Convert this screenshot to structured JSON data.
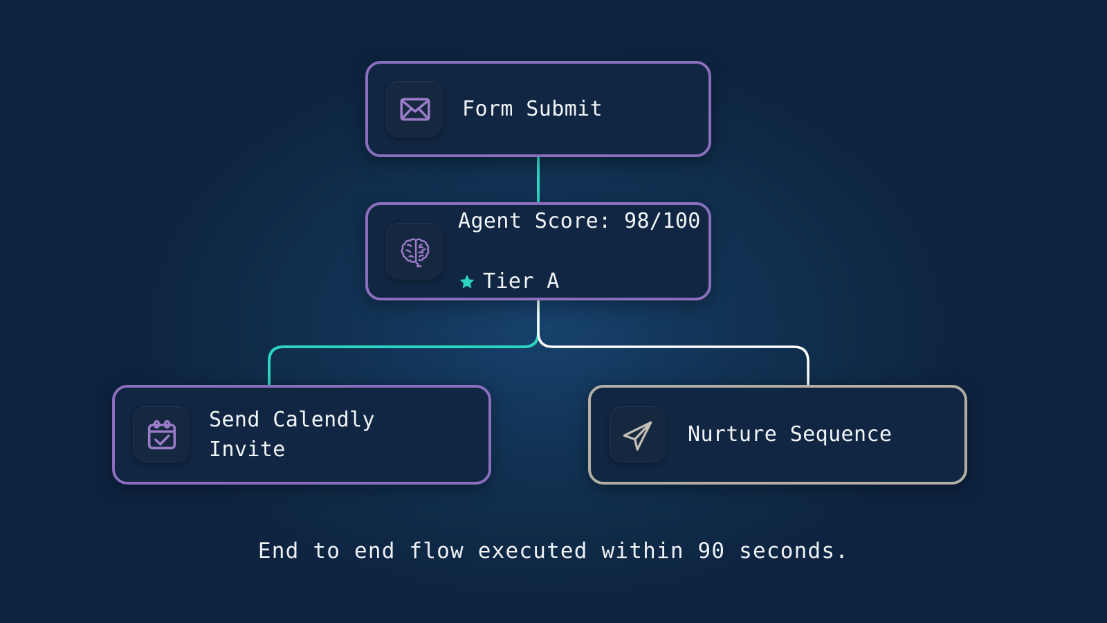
{
  "canvas": {
    "background_color": "#0d2340",
    "glow_color": "#17426c"
  },
  "colors": {
    "card_fill": "#102642",
    "purple_border": "#8b6fbd",
    "tan_border": "#b3aea4",
    "teal_accent": "#2DD4BF",
    "white_connector": "#ffffff",
    "text": "#f2f5f8"
  },
  "flow": {
    "nodes": [
      {
        "id": "form-submit",
        "icon": "envelope-icon",
        "label": "Form Submit",
        "border": "purple"
      },
      {
        "id": "agent-score",
        "icon": "brain-icon",
        "label": "Agent Score: 98/100",
        "score": "98/100",
        "tier_label": "Tier A",
        "tier_icon": "star-icon",
        "border": "purple"
      },
      {
        "id": "send-calendly-invite",
        "icon": "calendar-check-icon",
        "label": "Send Calendly\nInvite",
        "border": "purple"
      },
      {
        "id": "nurture-sequence",
        "icon": "paper-plane-icon",
        "label": "Nurture Sequence",
        "border": "tan"
      }
    ],
    "connectors": [
      {
        "from": "form-submit",
        "to": "agent-score",
        "color": "#2DD4BF"
      },
      {
        "from": "agent-score",
        "to": "send-calendly-invite",
        "color": "#2DD4BF"
      },
      {
        "from": "agent-score",
        "to": "nurture-sequence",
        "color": "#ffffff"
      }
    ]
  },
  "caption": {
    "text": "End to end flow executed within 90 seconds."
  }
}
